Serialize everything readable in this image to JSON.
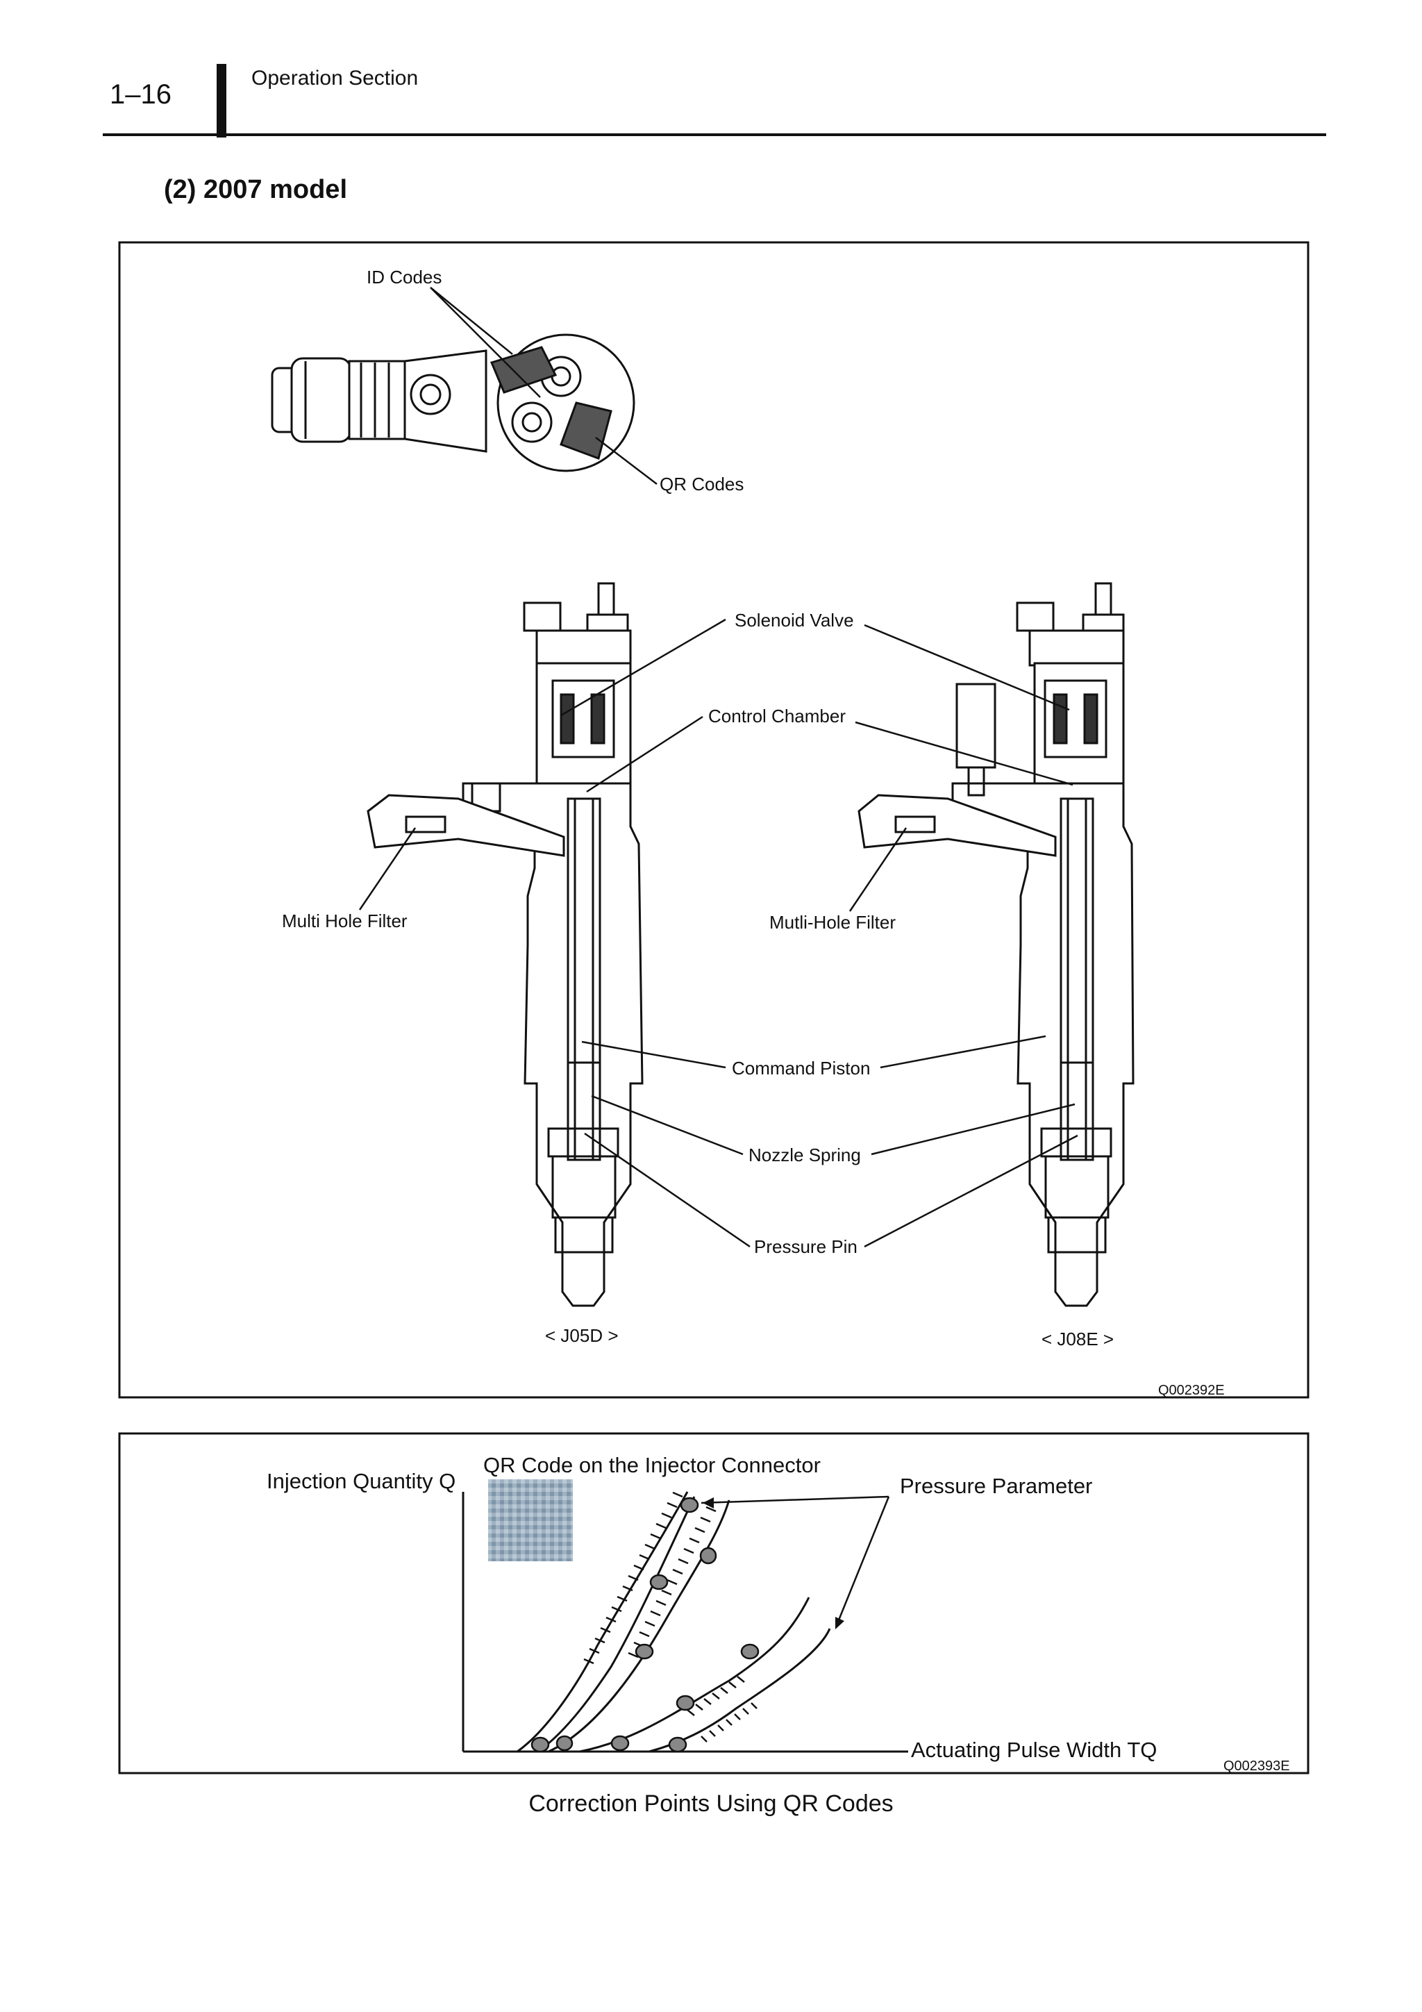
{
  "header": {
    "page_number": "1–16",
    "section": "Operation Section"
  },
  "section_title": "(2)  2007 model",
  "injector_figure": {
    "labels": {
      "id_codes": "ID Codes",
      "qr_codes": "QR Codes",
      "solenoid_valve": "Solenoid Valve",
      "control_chamber": "Control Chamber",
      "multi_hole_filter_left": "Multi Hole Filter",
      "multi_hole_filter_right": "Mutli-Hole Filter",
      "command_piston": "Command Piston",
      "nozzle_spring": "Nozzle Spring",
      "pressure_pin": "Pressure Pin",
      "model_left": "< J05D >",
      "model_right": "< J08E >"
    },
    "figure_id": "Q002392E"
  },
  "correction_figure": {
    "y_label": "Injection Quantity Q",
    "x_label": "Actuating Pulse Width TQ",
    "qr_label": "QR Code on the Injector Connector",
    "pressure_label": "Pressure Parameter",
    "figure_id": "Q002393E"
  },
  "caption": "Correction Points Using QR Codes"
}
